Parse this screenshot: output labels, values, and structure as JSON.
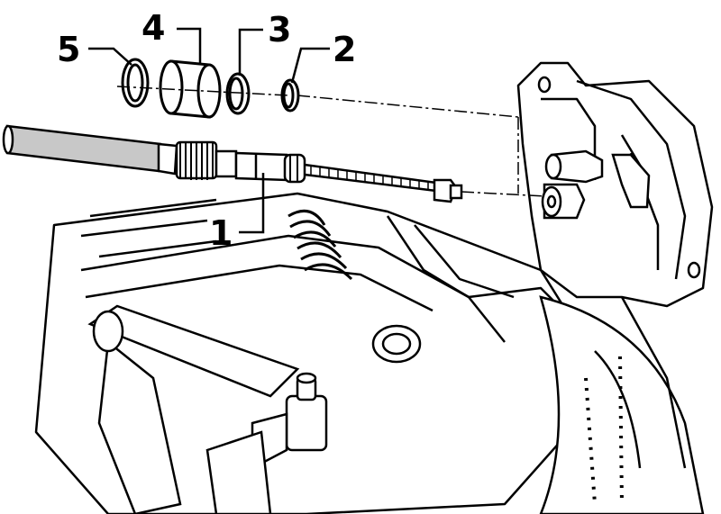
{
  "callouts": {
    "c1": "1",
    "c2": "2",
    "c3": "3",
    "c4": "4",
    "c5": "5"
  },
  "style": {
    "line_color": "#000000",
    "fill_color": "#ffffff",
    "shade_color": "#c8c8c8"
  }
}
